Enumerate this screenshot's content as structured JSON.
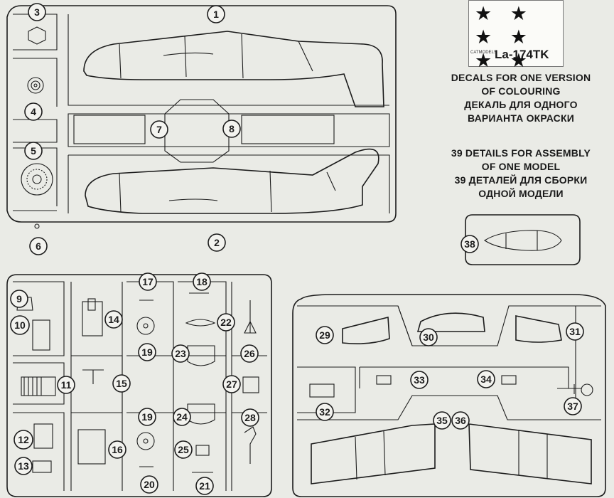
{
  "decal": {
    "stars": "★ ★ ★ ★ ★ ★",
    "maker": "CATMODELS",
    "model_name": "La-174TK"
  },
  "info": {
    "colouring_en_1": "DECALS FOR ONE VERSION",
    "colouring_en_2": "OF COLOURING",
    "colouring_ru_1": "ДЕКАЛЬ ДЛЯ ОДНОГО",
    "colouring_ru_2": "ВАРИАНТА ОКРАСКИ",
    "assembly_en_1": "39 DETAILS FOR ASSEMBLY",
    "assembly_en_2": "OF ONE MODEL",
    "assembly_ru_1": "39 ДЕТАЛЕЙ ДЛЯ СБОРКИ",
    "assembly_ru_2": "ОДНОЙ МОДЕЛИ"
  },
  "parts": {
    "p1": "1",
    "p2": "2",
    "p3": "3",
    "p4": "4",
    "p5": "5",
    "p6": "6",
    "p7": "7",
    "p8": "8",
    "p9": "9",
    "p10": "10",
    "p11": "11",
    "p12": "12",
    "p13": "13",
    "p14": "14",
    "p15": "15",
    "p16": "16",
    "p17": "17",
    "p18": "18",
    "p19a": "19",
    "p19b": "19",
    "p20": "20",
    "p21": "21",
    "p22": "22",
    "p23": "23",
    "p24": "24",
    "p25": "25",
    "p26": "26",
    "p27": "27",
    "p28": "28",
    "p29": "29",
    "p30": "30",
    "p31": "31",
    "p32": "32",
    "p33": "33",
    "p34": "34",
    "p35": "35",
    "p36": "36",
    "p37": "37",
    "p38": "38"
  }
}
